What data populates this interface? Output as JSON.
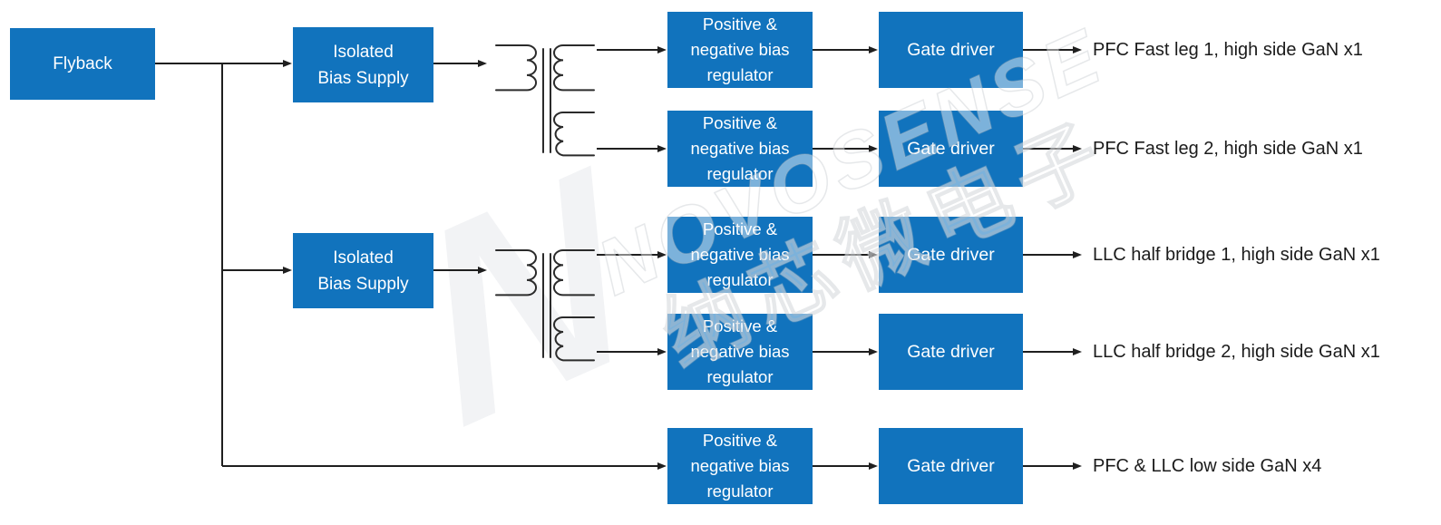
{
  "blocks": {
    "flyback": "Flyback",
    "isolated_bias_supply": "Isolated\nBias Supply",
    "bias_regulator": "Positive &\nnegative bias\nregulator",
    "gate_driver": "Gate driver"
  },
  "outputs": [
    {
      "label": "PFC Fast leg 1, high side GaN x1"
    },
    {
      "label": "PFC Fast leg 2, high side GaN x1"
    },
    {
      "label": "LLC half bridge 1, high side GaN x1"
    },
    {
      "label": "LLC half bridge 2, high side GaN x1"
    },
    {
      "label": "PFC & LLC low side GaN x4"
    }
  ],
  "watermark": {
    "logo_letter": "N",
    "brand": "NOVOSENSE",
    "brand_cn": "纳芯微电子"
  },
  "colors": {
    "box_blue": "#1173BD",
    "box_text": "#FFFFFF",
    "line": "#1F1F1F",
    "label_text": "#1B1B1B",
    "watermark_gray": "#F2F3F5"
  }
}
